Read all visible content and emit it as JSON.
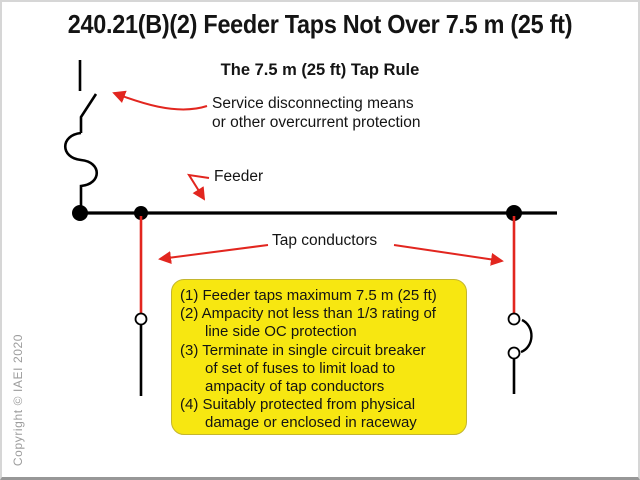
{
  "header": {
    "title": "240.21(B)(2) Feeder Taps Not Over 7.5 m (25 ft)",
    "subtitle": "The 7.5 m (25 ft) Tap Rule"
  },
  "labels": {
    "service_disconnect": "Service disconnecting means\nor other overcurrent protection",
    "feeder": "Feeder",
    "tap_conductors": "Tap conductors"
  },
  "rules": {
    "items": [
      "(1) Feeder taps maximum 7.5 m (25 ft)",
      "(2) Ampacity not less than 1/3 rating of\nline side OC protection",
      "(3) Terminate in single circuit breaker\nof set of fuses to limit load to\nampacity of tap conductors",
      "(4) Suitably protected from physical\ndamage or enclosed in raceway"
    ]
  },
  "footer": {
    "copyright": "Copyright © IAEI 2020"
  },
  "icons": {
    "disconnect_switch": "switch-symbol",
    "overcurrent_device": "s-curve-breaker-symbol",
    "tap_breaker": "circuit-breaker-contact-symbol"
  },
  "colors": {
    "accent_red": "#e2261f",
    "note_yellow": "#f7e711",
    "line_black": "#000000",
    "copyright_gray": "#9c9c9c"
  }
}
